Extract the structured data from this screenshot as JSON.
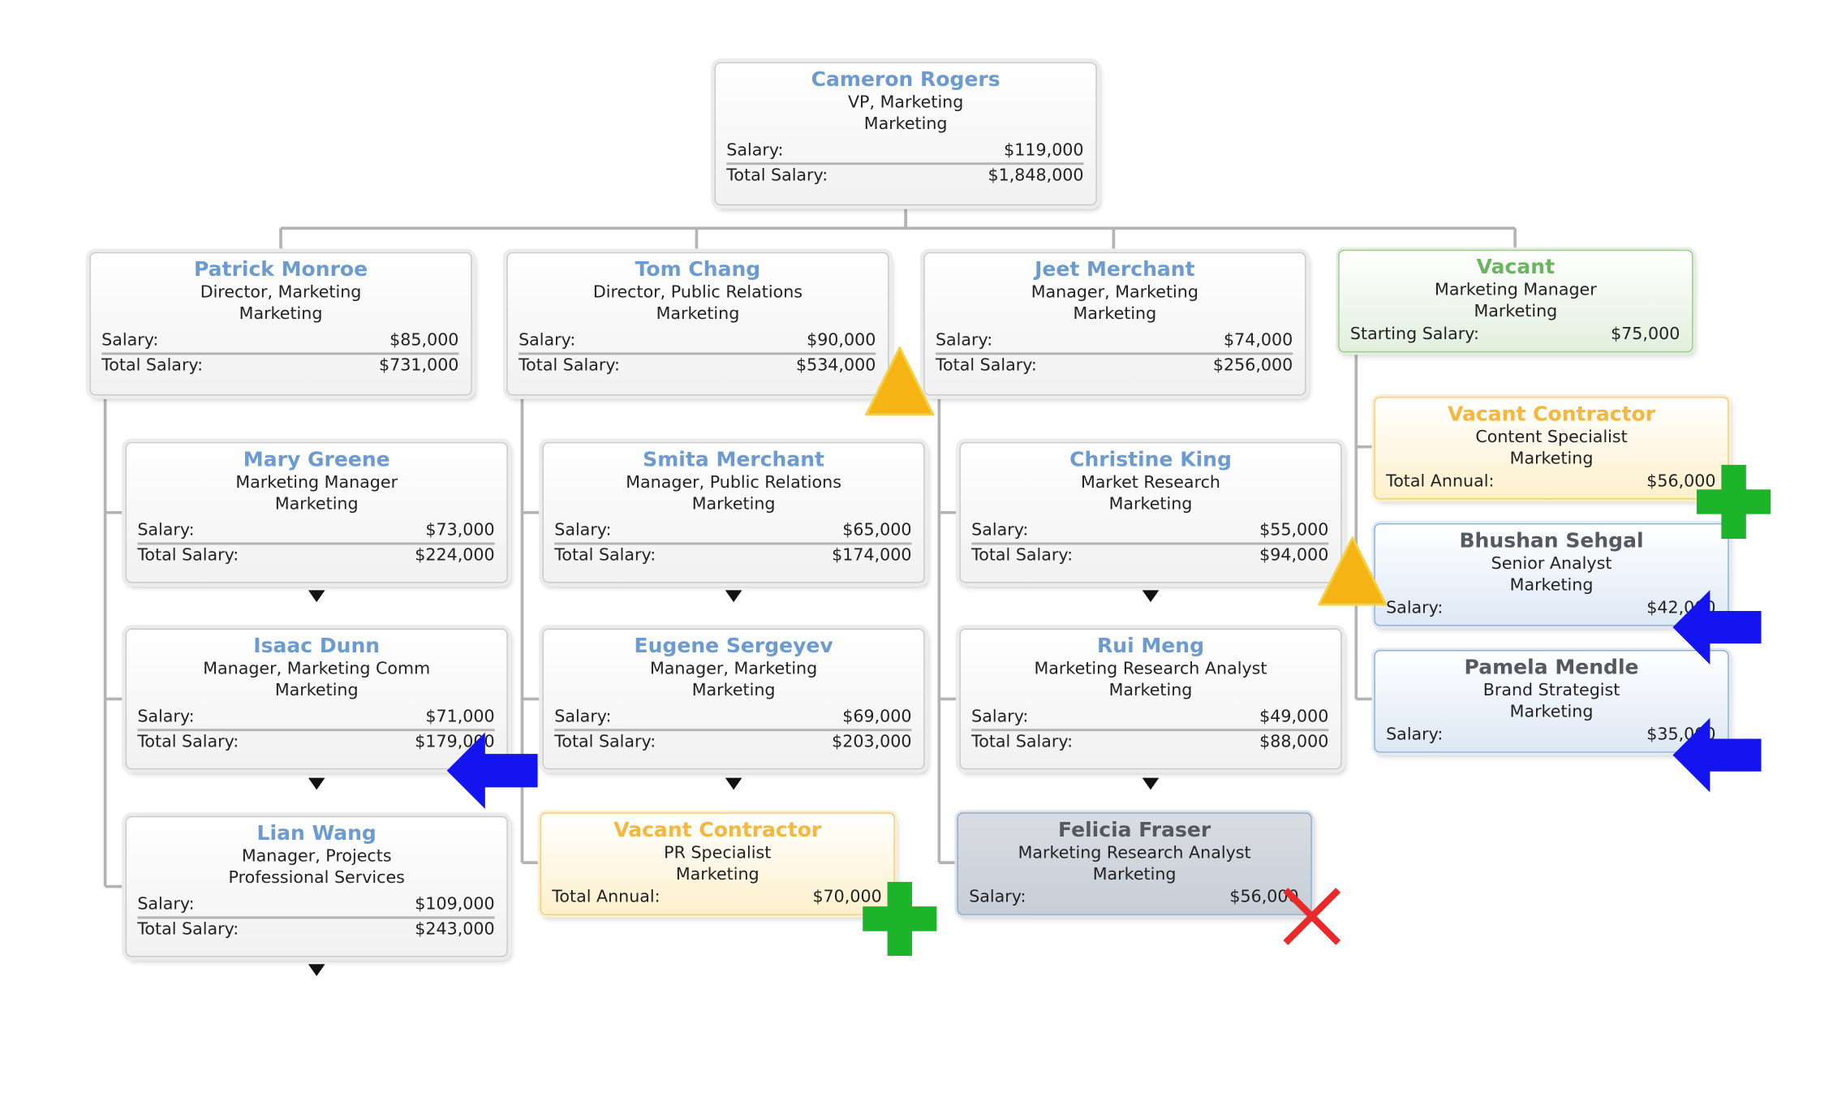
{
  "org": {
    "root": {
      "name": "Cameron Rogers",
      "title": "VP, Marketing",
      "department": "Marketing",
      "salary_label": "Salary:",
      "salary": "$119,000",
      "total_label": "Total Salary:",
      "total": "$1,848,000"
    },
    "patrick": {
      "name": "Patrick Monroe",
      "title": "Director, Marketing",
      "department": "Marketing",
      "salary_label": "Salary:",
      "salary": "$85,000",
      "total_label": "Total Salary:",
      "total": "$731,000"
    },
    "tom": {
      "name": "Tom Chang",
      "title": "Director, Public Relations",
      "department": "Marketing",
      "salary_label": "Salary:",
      "salary": "$90,000",
      "total_label": "Total Salary:",
      "total": "$534,000"
    },
    "jeet": {
      "name": "Jeet Merchant",
      "title": "Manager, Marketing",
      "department": "Marketing",
      "salary_label": "Salary:",
      "salary": "$74,000",
      "total_label": "Total Salary:",
      "total": "$256,000"
    },
    "vacant_manager": {
      "name": "Vacant",
      "title": "Marketing Manager",
      "department": "Marketing",
      "salary_label": "Starting Salary:",
      "salary": "$75,000"
    },
    "mary": {
      "name": "Mary Greene",
      "title": "Marketing Manager",
      "department": "Marketing",
      "salary_label": "Salary:",
      "salary": "$73,000",
      "total_label": "Total Salary:",
      "total": "$224,000"
    },
    "isaac": {
      "name": "Isaac Dunn",
      "title": "Manager, Marketing Comm",
      "department": "Marketing",
      "salary_label": "Salary:",
      "salary": "$71,000",
      "total_label": "Total Salary:",
      "total": "$179,000"
    },
    "lian": {
      "name": "Lian Wang",
      "title": "Manager, Projects",
      "department": "Professional Services",
      "salary_label": "Salary:",
      "salary": "$109,000",
      "total_label": "Total Salary:",
      "total": "$243,000"
    },
    "smita": {
      "name": "Smita Merchant",
      "title": "Manager, Public Relations",
      "department": "Marketing",
      "salary_label": "Salary:",
      "salary": "$65,000",
      "total_label": "Total Salary:",
      "total": "$174,000"
    },
    "eugene": {
      "name": "Eugene Sergeyev",
      "title": "Manager, Marketing",
      "department": "Marketing",
      "salary_label": "Salary:",
      "salary": "$69,000",
      "total_label": "Total Salary:",
      "total": "$203,000"
    },
    "pr_contractor": {
      "name": "Vacant Contractor",
      "title": "PR Specialist",
      "department": "Marketing",
      "salary_label": "Total Annual:",
      "salary": "$70,000"
    },
    "christine": {
      "name": "Christine King",
      "title": "Market Research",
      "department": "Marketing",
      "salary_label": "Salary:",
      "salary": "$55,000",
      "total_label": "Total Salary:",
      "total": "$94,000"
    },
    "rui": {
      "name": "Rui Meng",
      "title": "Marketing Research Analyst",
      "department": "Marketing",
      "salary_label": "Salary:",
      "salary": "$49,000",
      "total_label": "Total Salary:",
      "total": "$88,000"
    },
    "felicia": {
      "name": "Felicia Fraser",
      "title": "Marketing Research Analyst",
      "department": "Marketing",
      "salary_label": "Salary:",
      "salary": "$56,000"
    },
    "content_contractor": {
      "name": "Vacant Contractor",
      "title": "Content Specialist",
      "department": "Marketing",
      "salary_label": "Total Annual:",
      "salary": "$56,000"
    },
    "bhushan": {
      "name": "Bhushan Sehgal",
      "title": "Senior Analyst",
      "department": "Marketing",
      "salary_label": "Salary:",
      "salary": "$42,000"
    },
    "pamela": {
      "name": "Pamela Mendle",
      "title": "Brand Strategist",
      "department": "Marketing",
      "salary_label": "Salary:",
      "salary": "$35,000"
    }
  },
  "icons": {
    "expand": "triangle-down-icon",
    "warning": "warning-triangle-icon",
    "add": "plus-icon",
    "move": "arrow-left-icon",
    "remove": "x-icon"
  },
  "colors": {
    "employee_name": "#6c9bd1",
    "vacant_name": "#6cb461",
    "contractor_name": "#f6b73c",
    "staff_name": "#555a60",
    "connector": "#b3b3b3",
    "warning": "#f6b314",
    "add": "#1db32a",
    "move": "#1414f0",
    "remove": "#ea2a2a"
  }
}
